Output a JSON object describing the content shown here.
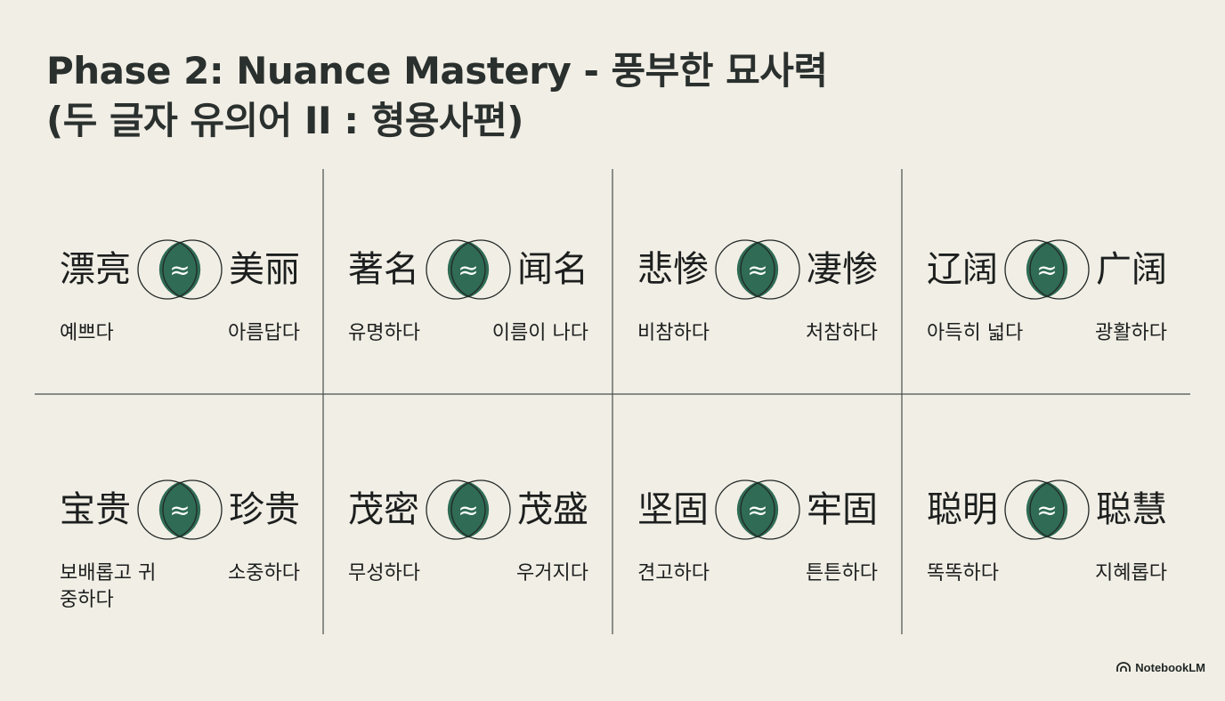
{
  "title_line1": "Phase 2: Nuance Mastery - 풍부한 묘사력",
  "title_line2": "(두 글자 유의어 II : 형용사편)",
  "accent_color": "#2f6b55",
  "venn_symbol": "≈",
  "pairs": [
    {
      "left_word": "漂亮",
      "right_word": "美丽",
      "left_meaning": "예쁘다",
      "right_meaning": "아름답다"
    },
    {
      "left_word": "著名",
      "right_word": "闻名",
      "left_meaning": "유명하다",
      "right_meaning": "이름이 나다"
    },
    {
      "left_word": "悲惨",
      "right_word": "凄惨",
      "left_meaning": "비참하다",
      "right_meaning": "처참하다"
    },
    {
      "left_word": "辽阔",
      "right_word": "广阔",
      "left_meaning": "아득히 넓다",
      "right_meaning": "광활하다"
    },
    {
      "left_word": "宝贵",
      "right_word": "珍贵",
      "left_meaning": "보배롭고 귀중하다",
      "right_meaning": "소중하다"
    },
    {
      "left_word": "茂密",
      "right_word": "茂盛",
      "left_meaning": "무성하다",
      "right_meaning": "우거지다"
    },
    {
      "left_word": "坚固",
      "right_word": "牢固",
      "left_meaning": "견고하다",
      "right_meaning": "튼튼하다"
    },
    {
      "left_word": "聪明",
      "right_word": "聪慧",
      "left_meaning": "똑똑하다",
      "right_meaning": "지혜롭다"
    }
  ],
  "brand_label": "NotebookLM",
  "brand_icon": "notebooklm-logo-icon"
}
